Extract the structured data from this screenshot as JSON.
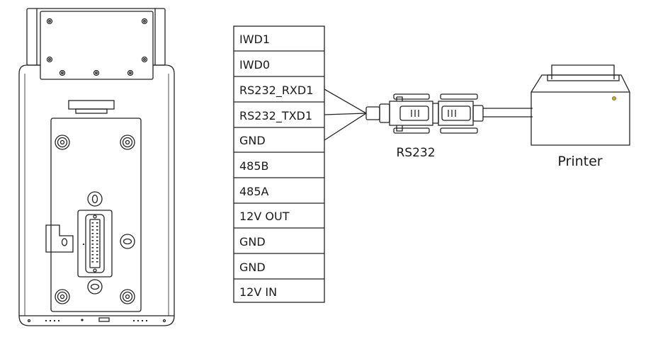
{
  "terminals": [
    {
      "label": "IWD1"
    },
    {
      "label": "IWD0"
    },
    {
      "label": "RS232_RXD1"
    },
    {
      "label": "RS232_TXD1"
    },
    {
      "label": "GND"
    },
    {
      "label": "485B"
    },
    {
      "label": "485A"
    },
    {
      "label": "12V OUT"
    },
    {
      "label": "GND"
    },
    {
      "label": "GND"
    },
    {
      "label": "12V IN"
    }
  ],
  "connector": {
    "label": "RS232"
  },
  "printer": {
    "label": "Printer"
  }
}
